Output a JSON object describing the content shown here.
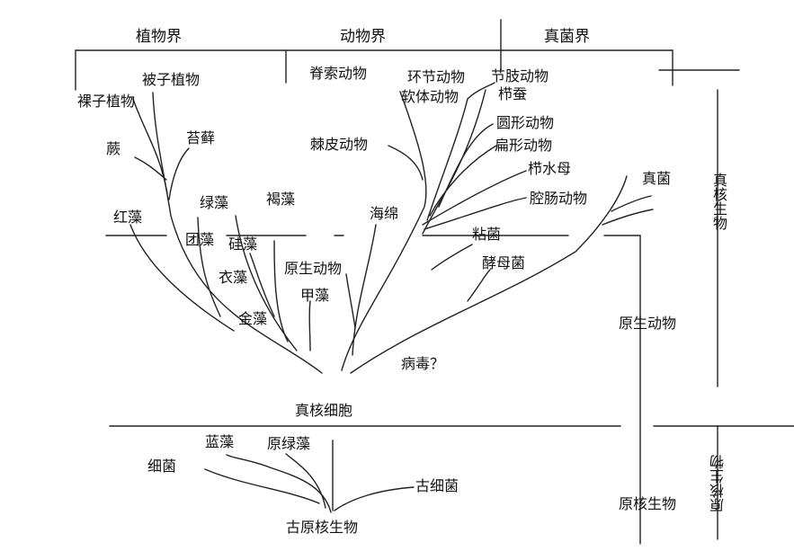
{
  "kingdoms": {
    "plant": "植物界",
    "animal": "动物界",
    "fungus": "真菌界"
  },
  "side_labels": {
    "eukaryote": "真核生物",
    "prokaryote": "原核生物"
  },
  "right_column": {
    "protozoa": "原生动物",
    "prokaryote": "原核生物"
  },
  "plants": {
    "angiosperm": "被子植物",
    "gymnosperm": "裸子植物",
    "fern": "蕨",
    "moss": "苔藓",
    "red_algae": "红藻",
    "green_algae": "绿藻",
    "brown_algae": "褐藻",
    "tuanzao": "团藻",
    "diatom": "硅藻",
    "yizao": "衣藻",
    "golden_algae": "金藻"
  },
  "animals": {
    "chordata": "脊索动物",
    "annelida": "环节动物",
    "arthropoda": "节肢动物",
    "mollusca": "软体动物",
    "ctenophora": "栉蚕",
    "echinodermata": "棘皮动物",
    "nematoda": "圆形动物",
    "platyhelminthes": "扁形动物",
    "comb_jelly": "栉水母",
    "coelenterata": "腔肠动物",
    "sponge": "海绵"
  },
  "protists": {
    "protozoa": "原生动物",
    "dinoflagellate": "甲藻",
    "slime_mold": "粘菌",
    "yeast": "酵母菌"
  },
  "fungi": {
    "fungus": "真菌"
  },
  "center": {
    "virus": "病毒？",
    "eukaryotic_cell": "真核细胞"
  },
  "prokaryotes": {
    "cyanobacteria": "蓝藻",
    "prochlorophyte": "原绿藻",
    "bacteria": "细菌",
    "archaea": "古细菌",
    "proto_prokaryote": "古原核生物"
  }
}
